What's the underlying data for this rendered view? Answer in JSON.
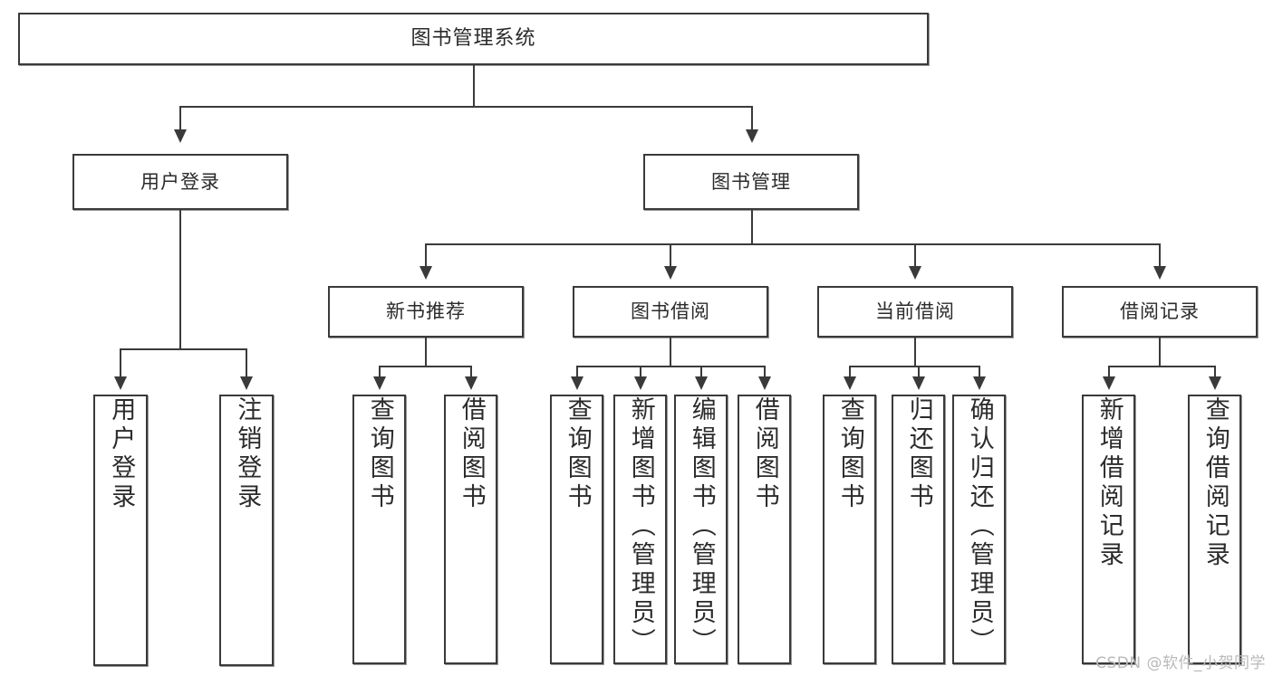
{
  "diagram": {
    "title": "图书管理系统",
    "type": "tree",
    "watermark": "CSDN @软件_小贺同学",
    "colors": {
      "box_border": "#3a3a3a",
      "box_fill": "#ffffff",
      "line": "#3a3a3a",
      "text": "#2b2b2b",
      "watermark": "#b9b9b9",
      "background": "#ffffff"
    },
    "nodes": {
      "root": {
        "label": "图书管理系统"
      },
      "level2": [
        {
          "label": "用户登录"
        },
        {
          "label": "图书管理"
        }
      ],
      "level3": [
        {
          "label": "新书推荐"
        },
        {
          "label": "图书借阅"
        },
        {
          "label": "当前借阅"
        },
        {
          "label": "借阅记录"
        }
      ],
      "leaves": {
        "user_login": [
          {
            "label": "用户登录"
          },
          {
            "label": "注销登录"
          }
        ],
        "new_book": [
          {
            "label": "查询图书"
          },
          {
            "label": "借阅图书"
          }
        ],
        "book_borrow": [
          {
            "label": "查询图书"
          },
          {
            "label": "新增图书（管理员）"
          },
          {
            "label": "编辑图书（管理员）"
          },
          {
            "label": "借阅图书"
          }
        ],
        "current_borrow": [
          {
            "label": "查询图书"
          },
          {
            "label": "归还图书"
          },
          {
            "label": "确认归还（管理员）"
          }
        ],
        "borrow_record": [
          {
            "label": "新增借阅记录"
          },
          {
            "label": "查询借阅记录"
          }
        ]
      }
    }
  }
}
